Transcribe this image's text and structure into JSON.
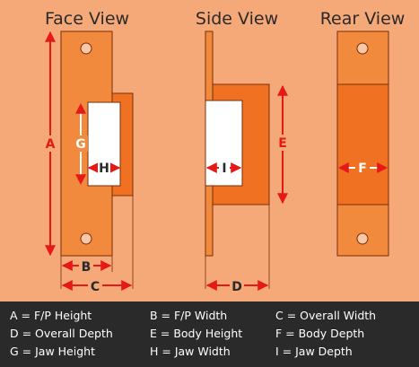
{
  "colors": {
    "background": "#f5a878",
    "plate": "#f28a3e",
    "body": "#f07122",
    "jaw": "#ffffff",
    "outline": "#7a2e08",
    "hole": "#f8c8a8",
    "arrow": "#e61919",
    "legend_bg": "#2a2a2a",
    "legend_text": "#ffffff"
  },
  "views": {
    "face": {
      "title": "Face View"
    },
    "side": {
      "title": "Side View"
    },
    "rear": {
      "title": "Rear View"
    }
  },
  "dimension_letters": {
    "a": "A",
    "b": "B",
    "c": "C",
    "d": "D",
    "e": "E",
    "f": "F",
    "g": "G",
    "h": "H",
    "i": "I"
  },
  "legend": {
    "a": "A = F/P Height",
    "b": "B = F/P Width",
    "c": "C = Overall Width",
    "d": "D = Overall Depth",
    "e": "E = Body Height",
    "f": "F = Body Depth",
    "g": "G = Jaw Height",
    "h": "H = Jaw Width",
    "i": "I = Jaw Depth"
  }
}
